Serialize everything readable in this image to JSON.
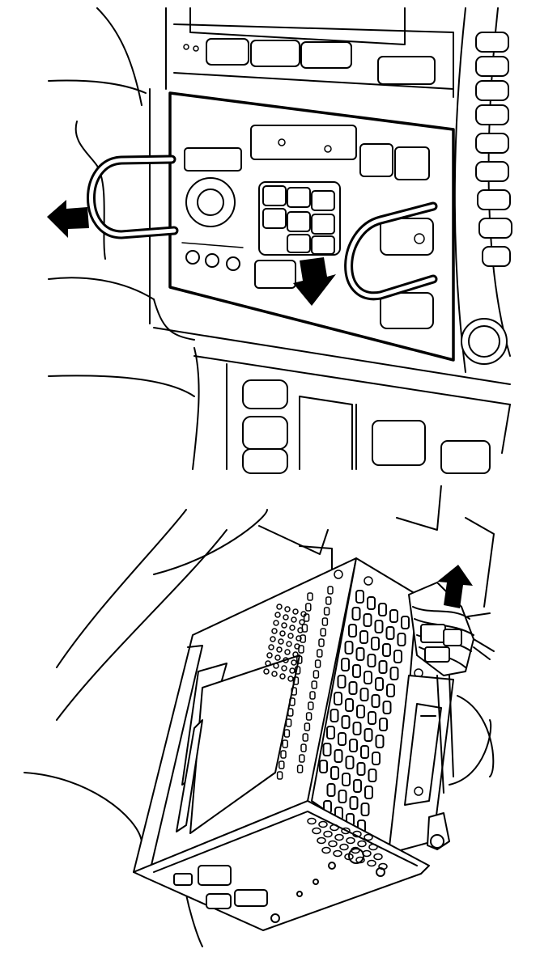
{
  "figure": {
    "panels": [
      {
        "id": "radio-removal-tool-insertion",
        "arrows": [
          "pull-left-arrow",
          "insert-tool-arrow"
        ]
      },
      {
        "id": "radio-chassis-connector-removal",
        "arrows": [
          "disconnect-up-arrow"
        ]
      }
    ]
  },
  "colors": {
    "line": "#000000",
    "background": "#ffffff"
  }
}
